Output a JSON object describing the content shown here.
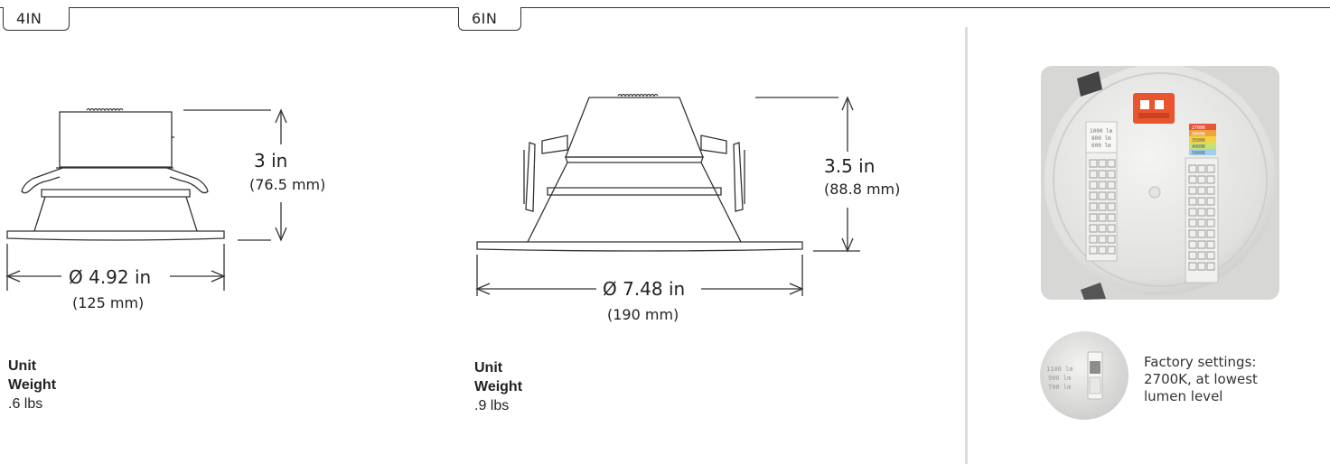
{
  "tabs": [
    {
      "label": "4IN"
    },
    {
      "label": "6IN"
    }
  ],
  "fixture_4in": {
    "height_main": "3 in",
    "height_sub": "(76.5 mm)",
    "diameter_main": "Ø 4.92 in",
    "diameter_sub": "(125  mm)",
    "weight_label_1": "Unit",
    "weight_label_2": "Weight",
    "weight_value": ".6 lbs"
  },
  "fixture_6in": {
    "height_main": "3.5 in",
    "height_sub": "(88.8 mm)",
    "diameter_main": "Ø 7.48 in",
    "diameter_sub": "(190 mm)",
    "weight_label_1": "Unit",
    "weight_label_2": "Weight",
    "weight_value": ".9 lbs"
  },
  "back_panel": {
    "lumen_labels": [
      "1000 lm",
      "800 lm",
      "600 lm"
    ],
    "cct_labels": [
      "2700K",
      "3000K",
      "3500K",
      "4000K",
      "5000K"
    ],
    "cct_colors": [
      "#e8563a",
      "#f2a23a",
      "#f4d23e",
      "#c8e07a",
      "#9fd0ee"
    ]
  },
  "switch_detail": {
    "lumen_labels": [
      "1100 lm",
      "900 lm",
      "700 lm"
    ]
  },
  "factory_settings": {
    "line1": "Factory settings:",
    "line2": "2700K, at lowest",
    "line3": "lumen level"
  }
}
